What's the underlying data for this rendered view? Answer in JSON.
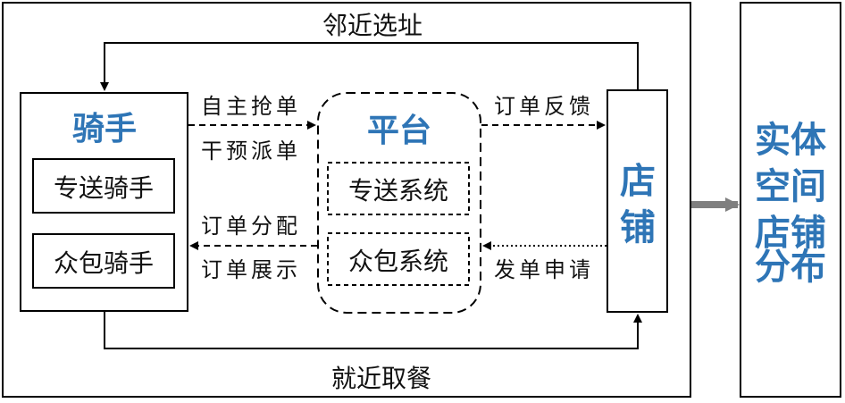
{
  "diagram": {
    "top_label": "邻近选址",
    "bottom_label": "就近取餐",
    "rider": {
      "title": "骑手",
      "items": [
        "专送骑手",
        "众包骑手"
      ]
    },
    "platform": {
      "title": "平台",
      "items": [
        "专送系统",
        "众包系统"
      ]
    },
    "store": {
      "title_line1": "店",
      "title_line2": "铺"
    },
    "edges": {
      "rider_to_platform_1": "自主抢单",
      "rider_to_platform_2": "干预派单",
      "platform_to_rider_1": "订单分配",
      "platform_to_rider_2": "订单展示",
      "platform_to_store": "订单反馈",
      "store_to_platform": "发单申请"
    },
    "result": {
      "line1": "实体",
      "line2": "空间",
      "line3": "店铺",
      "line4": "分布"
    }
  },
  "colors": {
    "accent_blue": "#2E75B6",
    "arrow_gray": "#7F7F7F",
    "stroke": "#000000"
  }
}
